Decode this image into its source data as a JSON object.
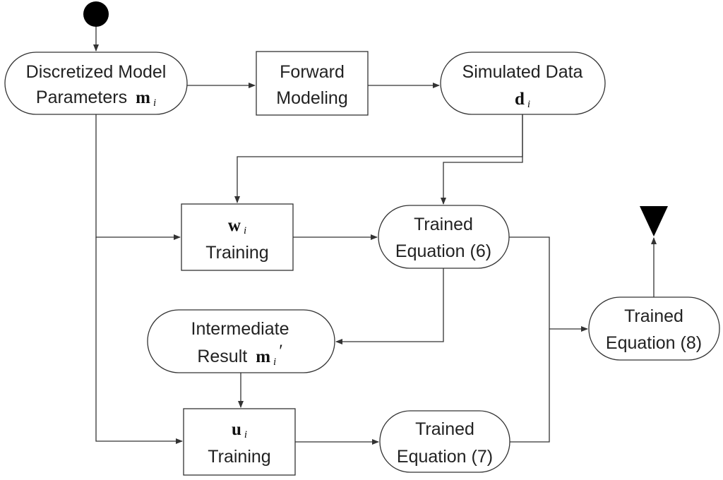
{
  "nodes": {
    "discretized_params": {
      "line1": "Discretized Model",
      "line2_text": "Parameters",
      "line2_symbol": "m",
      "line2_sub": "i"
    },
    "forward_modeling": {
      "line1": "Forward",
      "line2": "Modeling"
    },
    "simulated_data": {
      "line1": "Simulated Data",
      "symbol": "d",
      "sub": "i"
    },
    "w_training": {
      "symbol": "w",
      "sub": "i",
      "label": "Training"
    },
    "trained_eq6": {
      "line1": "Trained",
      "line2": "Equation (6)"
    },
    "intermediate_result": {
      "line1": "Intermediate",
      "line2_text": "Result",
      "line2_symbol": "m",
      "line2_sub": "i",
      "line2_prime": "′"
    },
    "u_training": {
      "symbol": "u",
      "sub": "i",
      "label": "Training"
    },
    "trained_eq7": {
      "line1": "Trained",
      "line2": "Equation (7)"
    },
    "trained_eq8": {
      "line1": "Trained",
      "line2": "Equation (8)"
    }
  },
  "colors": {
    "stroke": "#333333",
    "fill_start_end": "#000000",
    "background": "#ffffff"
  }
}
